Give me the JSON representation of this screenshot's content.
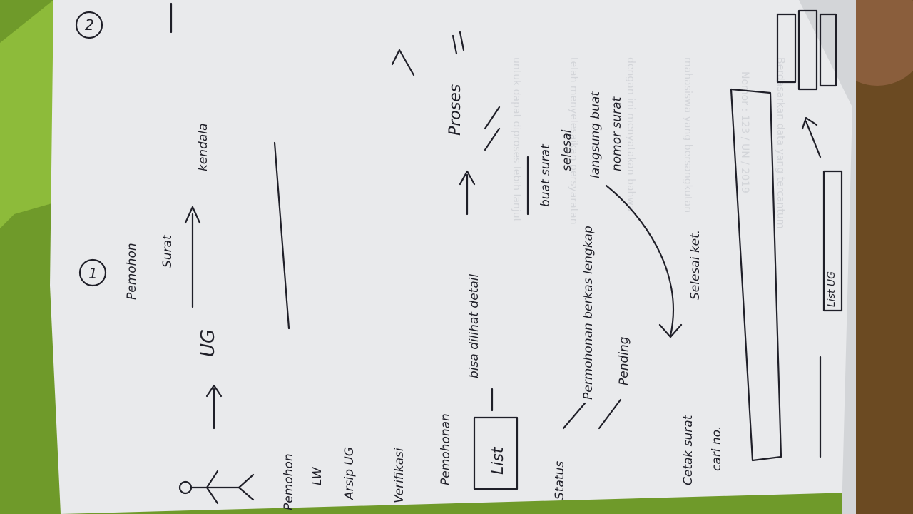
{
  "colors": {
    "background_green": "#6f9a2a",
    "paper": "#e9eaec",
    "ink": "#1f1f28",
    "table_wood": "#6b4a22"
  },
  "notes": {
    "circle_1": "1",
    "circle_2": "2",
    "pemohon_top": "Pemohon",
    "lw": "LW",
    "arsip_ug": "Arsip UG",
    "ug": "UG",
    "permohonan": "Pemohon",
    "surat": "Surat",
    "verifikasi": "Verifikasi",
    "kendala": "kendala",
    "proses": "Proses",
    "pemohonan_mid": "Pemohonan",
    "bisa_dilihat": "bisa dilihat detail",
    "list": "List",
    "status": "Status",
    "permohonan_berkas": "Permohonan berkas lengkap",
    "pending": "Pending",
    "buat_surat": "buat surat",
    "selesai": "selesai",
    "langsung": "langsung buat",
    "nomor_surat": "nomor surat",
    "cetak_surat": "Cetak surat",
    "cari_no": "cari no.",
    "selesai_ket": "Selesai ket.",
    "list_bottom": "List UG"
  }
}
